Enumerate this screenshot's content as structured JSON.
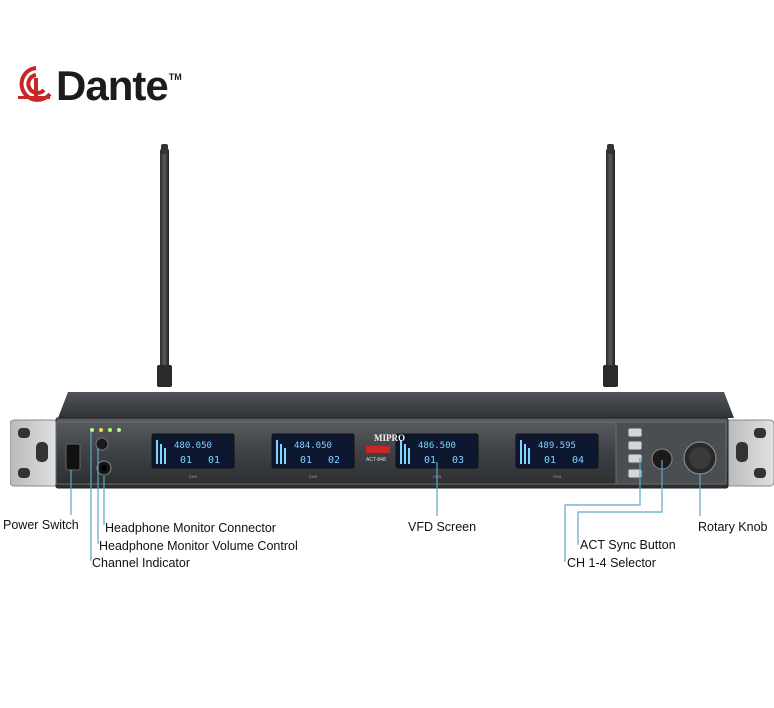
{
  "logo": {
    "wordmark": "Dante",
    "tm": "TM"
  },
  "device": {
    "brand": "MIPRO",
    "model": "ACT-848",
    "channels": [
      {
        "freq": "480.050",
        "channel": "01",
        "group": "01",
        "label": "CH1"
      },
      {
        "freq": "484.050",
        "channel": "01",
        "group": "02",
        "label": "CH2"
      },
      {
        "freq": "486.500",
        "channel": "01",
        "group": "03",
        "label": "CH3"
      },
      {
        "freq": "489.595",
        "channel": "01",
        "group": "04",
        "label": "CH4"
      }
    ]
  },
  "callouts": {
    "power_switch": "Power Switch",
    "headphone_connector": "Headphone Monitor Connector",
    "headphone_volume": "Headphone Monitor Volume Control",
    "channel_indicator": "Channel Indicator",
    "vfd_screen": "VFD Screen",
    "act_sync": "ACT Sync Button",
    "ch_selector": "CH 1-4 Selector",
    "rotary_knob": "Rotary Knob"
  },
  "colors": {
    "vfd_bg": "#0d1730",
    "vfd_text": "#7fd3ff",
    "panel": "#3f4246",
    "ear": "#c9cacc",
    "leader": "#5aa8c8"
  }
}
